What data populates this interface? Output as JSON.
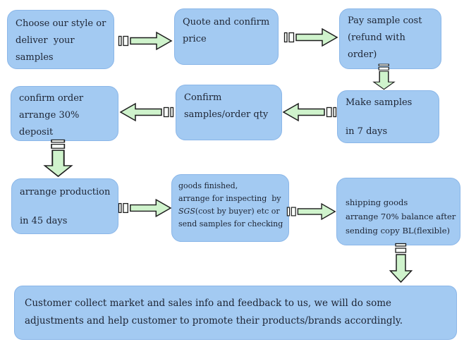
{
  "steps": {
    "choose_style": {
      "line0": "Choose our style or",
      "line1": "deliver  your",
      "line2": "samples"
    },
    "quote": {
      "line0": "Quote and confirm",
      "line1": "price"
    },
    "pay_sample": {
      "line0": "Pay sample cost",
      "line1": "(refund with",
      "line2": "order)"
    },
    "make_samples": {
      "line0": "Make samples",
      "line1": "in 7 days"
    },
    "confirm_samples": {
      "line0": "Confirm",
      "line1": "samples/order qty"
    },
    "confirm_order": {
      "line0": "confirm order",
      "line1": "arrange 30%",
      "line2": "deposit"
    },
    "production": {
      "line0": "arrange production",
      "line1": "in 45 days"
    },
    "inspection": {
      "line0": "goods finished,",
      "line1": "arrange for inspecting  by",
      "line2_italic": "SGS",
      "line2_rest": "(cost by buyer) etc or",
      "line3": "send samples for checking"
    },
    "shipping": {
      "line0": "shipping goods",
      "line1": "arrange 70% balance after",
      "line2": "sending copy BL(flexible)"
    },
    "feedback": {
      "text": "Customer collect market and sales info and feedback to us, we will do some adjustments and help customer to promote their products/brands accordingly."
    }
  },
  "colors": {
    "box_fill": "#a3caf2",
    "box_border": "#8ab6e8",
    "arrow_fill": "#cff3cc",
    "arrow_outline": "#1c1c1c",
    "stripe_fill": "#fbfffb",
    "text": "#1d2433",
    "background": "#ffffff"
  }
}
